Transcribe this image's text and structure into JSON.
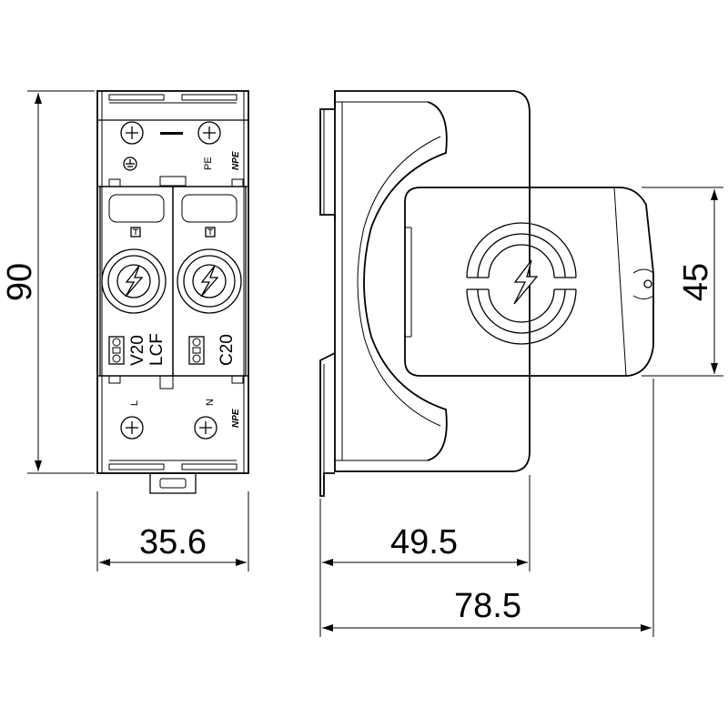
{
  "dimensions": {
    "height_total": "90",
    "height_cap": "45",
    "width_front": "35.6",
    "width_depth_rail": "49.5",
    "width_depth_total": "78.5"
  },
  "front_labels": {
    "top_sign": "PE",
    "top_npe": "NPE",
    "left_module_code": "V20",
    "left_module_sub": "LCF",
    "right_module_code": "C20",
    "bottom_left": "L",
    "bottom_right": "N",
    "bottom_npe": "NPE"
  },
  "icons": [
    "screw-terminal-icon",
    "ground-symbol-icon",
    "lightning-surge-icon",
    "obo-logo-icon",
    "tuv-mark-icon"
  ]
}
